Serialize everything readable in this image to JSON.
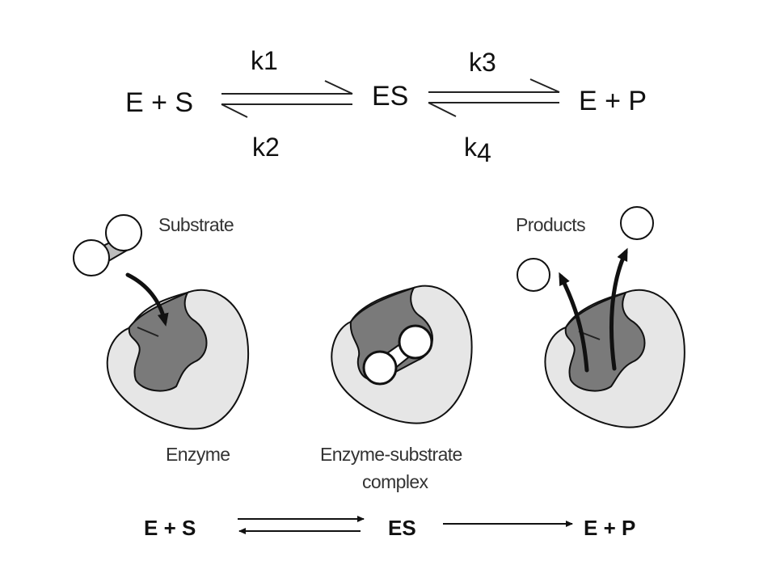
{
  "top_equation": {
    "left": "E + S",
    "middle": "ES",
    "right": "E + P",
    "k1": "k1",
    "k2": "k2",
    "k3": "k3",
    "k4_base": "k",
    "k4_sub": "4"
  },
  "labels": {
    "substrate": "Substrate",
    "products": "Products",
    "enzyme": "Enzyme",
    "complex_line1": "Enzyme-substrate",
    "complex_line2": "complex"
  },
  "bottom_equation": {
    "left": "E + S",
    "middle": "ES",
    "right": "E + P"
  }
}
